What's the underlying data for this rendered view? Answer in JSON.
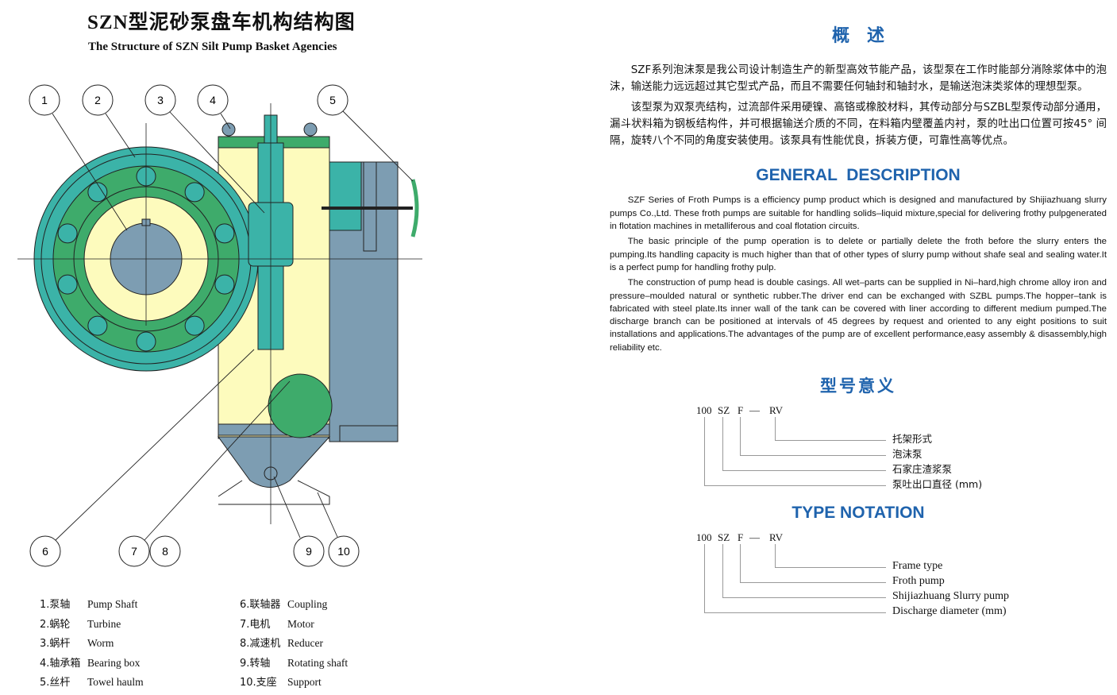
{
  "left": {
    "title_cn": "SZN型泥砂泵盘车机构结构图",
    "title_en": "The Structure of SZN Silt Pump Basket Agencies",
    "callouts": [
      "1",
      "2",
      "3",
      "4",
      "5",
      "6",
      "7",
      "8",
      "9",
      "10"
    ],
    "legend": [
      {
        "cn": "1.泵轴",
        "en": "Pump Shaft"
      },
      {
        "cn": "2.蜗轮",
        "en": "Turbine"
      },
      {
        "cn": "3.蜗杆",
        "en": "Worm"
      },
      {
        "cn": "4.轴承箱",
        "en": "Bearing box"
      },
      {
        "cn": "5.丝杆",
        "en": "Towel haulm"
      },
      {
        "cn": "6.联轴器",
        "en": "Coupling"
      },
      {
        "cn": "7.电机",
        "en": "Motor"
      },
      {
        "cn": "8.减速机",
        "en": "Reducer"
      },
      {
        "cn": "9.转轴",
        "en": "Rotating shaft"
      },
      {
        "cn": "10.支座",
        "en": "Support"
      }
    ]
  },
  "right": {
    "overview_title": "概　述",
    "overview_paras": [
      "SZF系列泡沫泵是我公司设计制造生产的新型高效节能产品，该型泵在工作时能部分消除浆体中的泡沫，输送能力远远超过其它型式产品，而且不需要任何轴封和轴封水，是输送泡沫类浆体的理想型泵。",
      "该型泵为双泵壳结构，过流部件采用硬镍、高铬或橡胶材料，其传动部分与SZBL型泵传动部分通用，漏斗状料箱为钢板结构件，并可根据输送介质的不同，在料箱内壁覆盖内衬，泵的吐出口位置可按45° 间隔，旋转八个不同的角度安装使用。该泵具有性能优良，拆装方便，可靠性高等优点。"
    ],
    "general_title": "GENERAL  DESCRIPTION",
    "general_paras": [
      "SZF Series of Froth Pumps is a efficiency pump product which is designed  and  manufactured by Shijiazhuang slurry pumps Co.,Ltd. These froth pumps are suitable for handling solids–liquid mixture,special for delivering frothy pulpgenerated in flotation machines in metalliferous and coal flotation circuits.",
      "The basic principle of the pump operation is to delete or partially delete the froth before the slurry enters the pumping.Its handling capacity is much higher than that of other types of slurry pump without shafe seal and sealing water.It is a perfect pump for handling frothy pulp.",
      "The construction of pump head is double casings. All wet–parts can be supplied in Ni–hard,high chrome alloy iron and pressure–moulded natural or synthetic rubber.The driver end can be exchanged with SZBL pumps.The hopper–tank is fabricated with steel plate.Its inner wall of the tank can be covered with liner according to different medium pumped.The discharge branch can be positioned at intervals of 45 degrees by request and oriented to any eight positions to suit installations and applications.The advantages of the pump are of excellent performance,easy assembly & disassembly,high reliability etc."
    ],
    "model_title_cn": "型号意义",
    "model_code": {
      "a": "100",
      "b": "SZ",
      "c": "F",
      "d": "—",
      "e": "RV"
    },
    "model_items_cn": [
      "托架形式",
      "泡沫泵",
      "石家庄渣浆泵",
      "泵吐出口直径 (mm)"
    ],
    "type_title": "TYPE NOTATION",
    "model_items_en": [
      "Frame type",
      "Froth pump",
      "Shijiazhuang Slurry pump",
      "Discharge diameter (mm)"
    ]
  },
  "colors": {
    "accent": "#1f63ad",
    "teal": "#3bb3a8",
    "green": "#3eab6b",
    "yellow": "#fdfbbd",
    "steel": "#7d9db2"
  }
}
